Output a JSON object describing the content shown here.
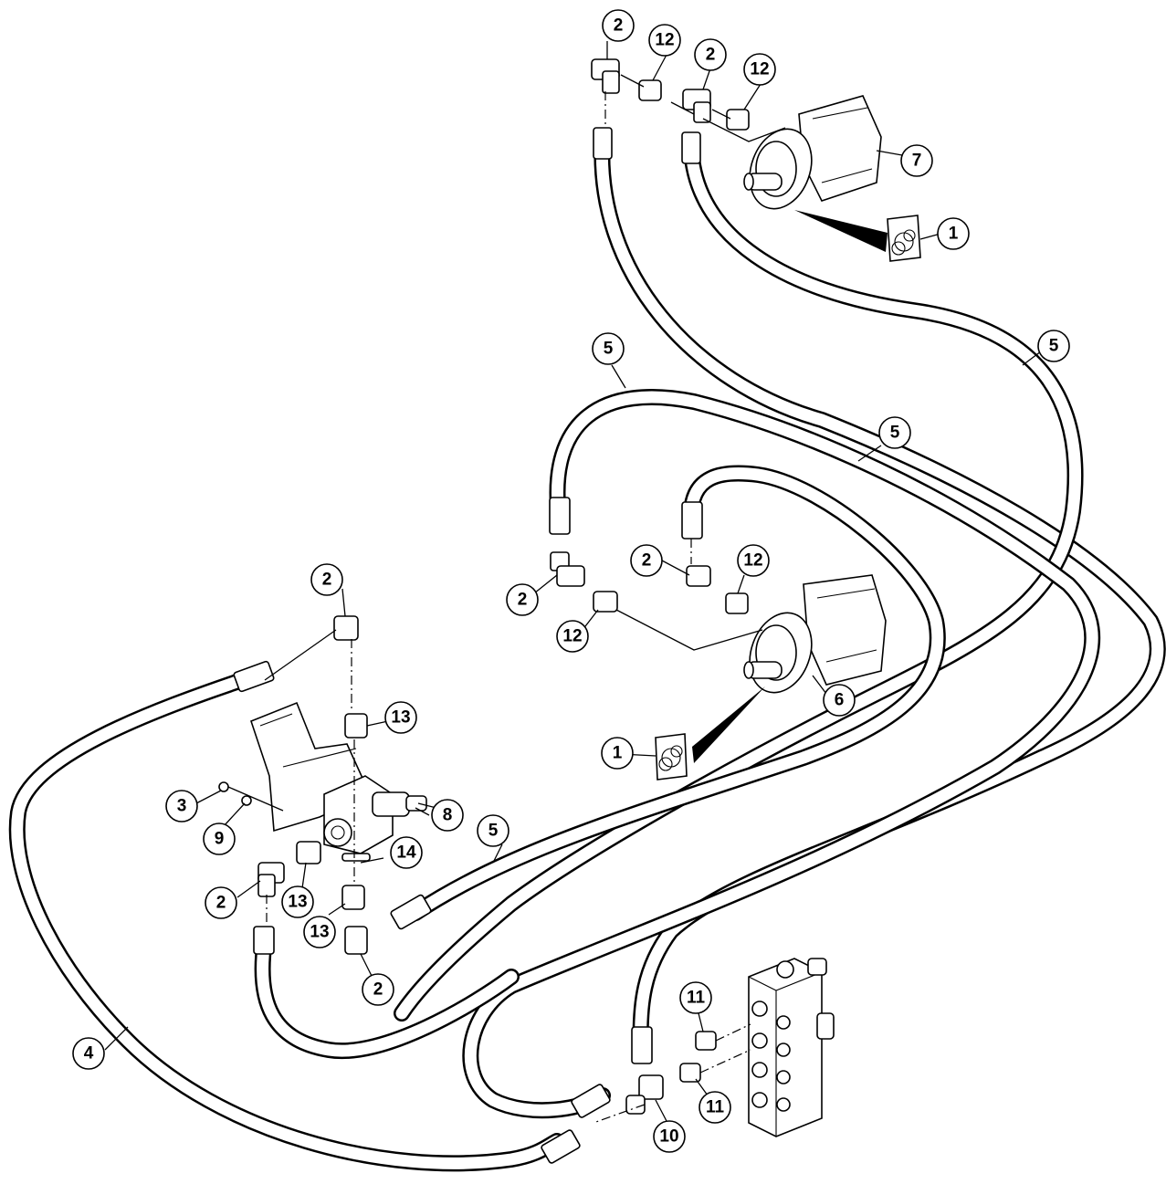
{
  "callouts": {
    "c1": "1",
    "c2": "1",
    "c3": "2",
    "c4": "12",
    "c5": "2",
    "c6": "12",
    "c7": "7",
    "c8": "5",
    "c9": "5",
    "c10": "5",
    "c11": "2",
    "c12": "12",
    "c13": "2",
    "c14": "12",
    "c15": "6",
    "c16": "2",
    "c17": "13",
    "c18": "3",
    "c19": "9",
    "c20": "8",
    "c21": "14",
    "c22": "5",
    "c23": "2",
    "c24": "13",
    "c25": "13",
    "c26": "2",
    "c27": "11",
    "c28": "11",
    "c29": "10",
    "c30": "4"
  }
}
